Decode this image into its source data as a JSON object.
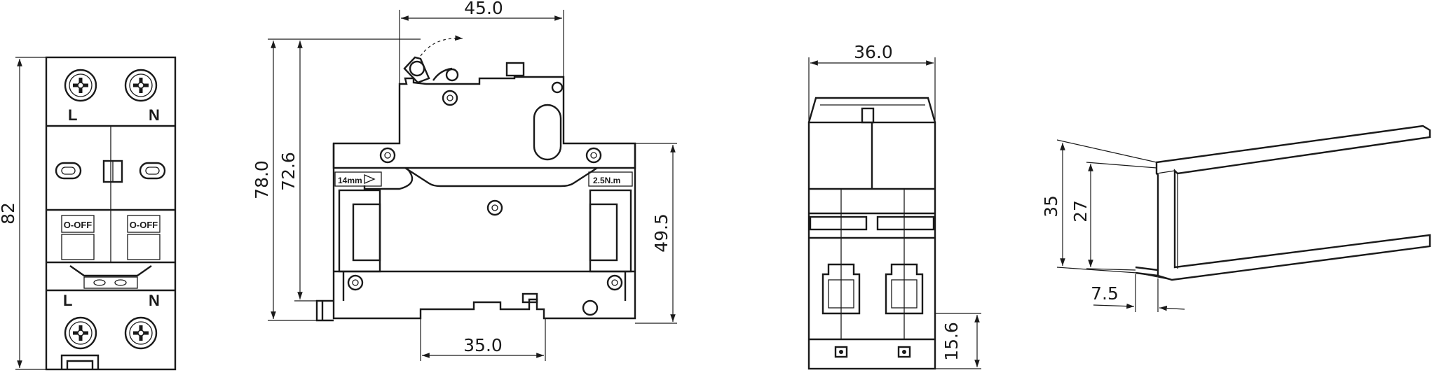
{
  "views": {
    "front": {
      "terminal_top_left": "L",
      "terminal_top_right": "N",
      "terminal_bottom_left": "L",
      "terminal_bottom_right": "N",
      "status_left": "O-OFF",
      "status_right": "O-OFF",
      "height_dim": "82"
    },
    "side": {
      "width_dim": "45.0",
      "height_dim_outer": "78.0",
      "height_dim_inner": "72.6",
      "right_height_dim": "49.5",
      "rail_dim": "35.0",
      "strip_label": "14mm",
      "torque_label": "2.5N.m"
    },
    "back": {
      "width_dim": "36.0",
      "bottom_dim": "15.6"
    },
    "rail": {
      "height_outer": "35",
      "height_inner": "27",
      "flange_dim": "7.5"
    }
  }
}
